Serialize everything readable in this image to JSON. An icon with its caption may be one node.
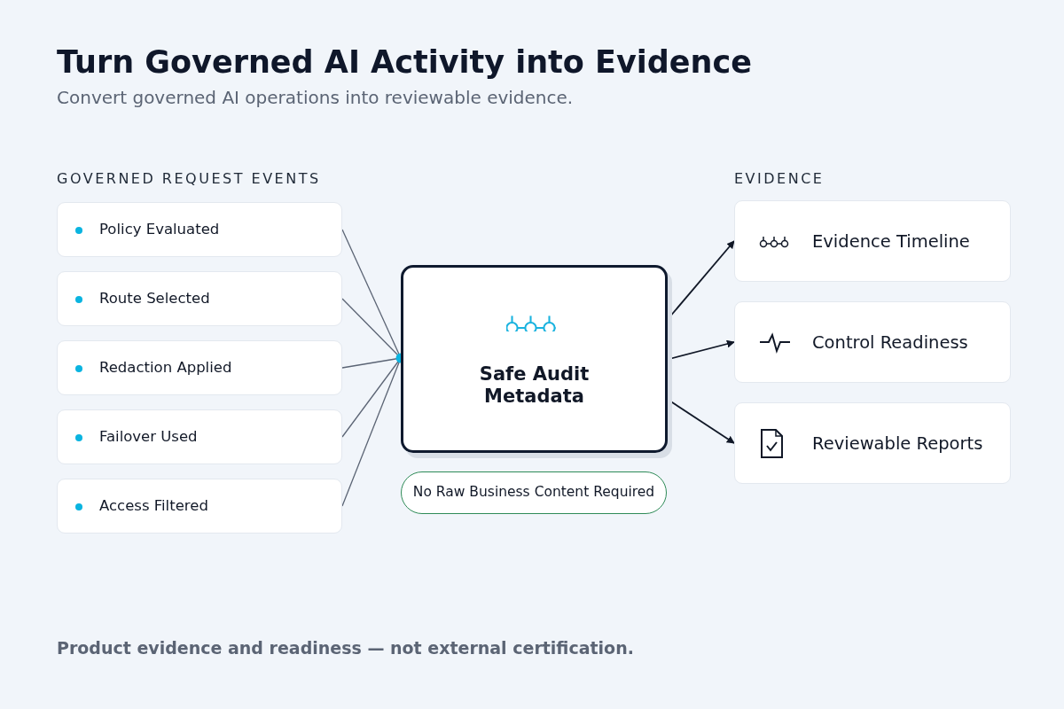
{
  "diagram": {
    "title": "Turn Governed AI Activity into Evidence",
    "nodes": [
      {
        "text": [
          "Policy Evaluated"
        ]
      },
      {
        "text": [
          "Route Selected"
        ]
      },
      {
        "text": [
          "Redaction Applied"
        ]
      },
      {
        "text": [
          "Failover Used"
        ]
      },
      {
        "text": [
          "Access Filtered"
        ]
      },
      {
        "text": [
          "Safe Audit Metadata"
        ]
      },
      {
        "text": [
          "No Raw Business Content Required"
        ]
      },
      {
        "text": [
          "Evidence Timeline"
        ]
      },
      {
        "text": [
          "Control Readiness"
        ]
      },
      {
        "text": [
          "Reviewable Reports"
        ]
      }
    ],
    "edges": [
      {
        "from": 0,
        "to": 5,
        "arrow": "none"
      },
      {
        "from": 1,
        "to": 5,
        "arrow": "none"
      },
      {
        "from": 2,
        "to": 5,
        "arrow": "none"
      },
      {
        "from": 3,
        "to": 5,
        "arrow": "none"
      },
      {
        "from": 4,
        "to": 5,
        "arrow": "none"
      },
      {
        "from": 5,
        "to": 7,
        "arrow": "to"
      },
      {
        "from": 5,
        "to": 8,
        "arrow": "to"
      },
      {
        "from": 5,
        "to": 9,
        "arrow": "to"
      }
    ],
    "labels": [
      "Convert governed AI operations into reviewable evidence.",
      "GOVERNED REQUEST EVENTS",
      "EVIDENCE",
      "Product evidence and readiness — not external certification."
    ]
  }
}
